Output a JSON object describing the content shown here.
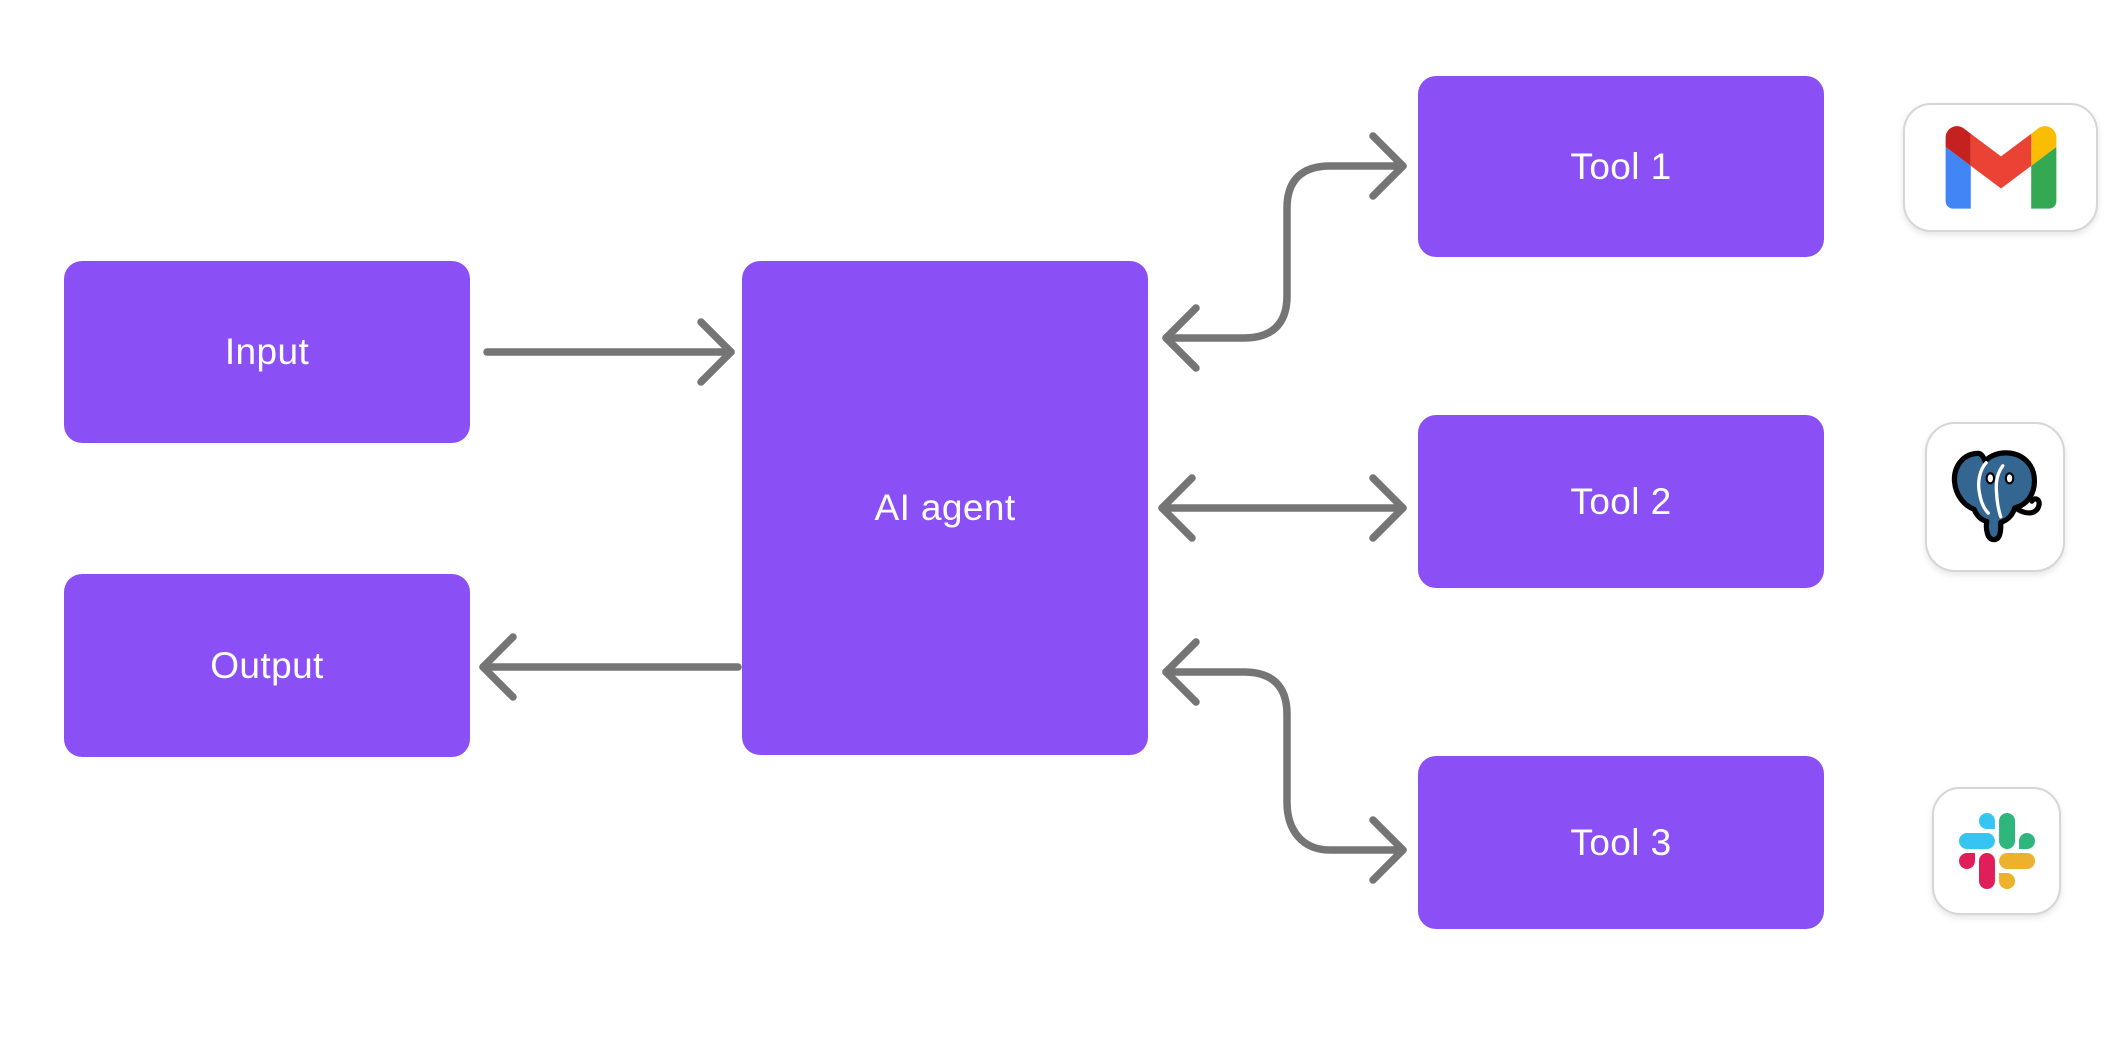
{
  "diagram_title": "AI agent diagram",
  "colors": {
    "background": "#ffffff",
    "node_fill": "#8B50F5",
    "node_text": "#ffffff",
    "arrow": "#757575",
    "card_border": "#d6d6d6"
  },
  "nodes": {
    "input": {
      "label": "Input"
    },
    "output": {
      "label": "Output"
    },
    "agent": {
      "label": "AI agent"
    },
    "tool1": {
      "label": "Tool 1"
    },
    "tool2": {
      "label": "Tool 2"
    },
    "tool3": {
      "label": "Tool 3"
    }
  },
  "edges": [
    {
      "from": "Input",
      "to": "AI agent",
      "direction": "one-way",
      "shape": "straight"
    },
    {
      "from": "AI agent",
      "to": "Output",
      "direction": "one-way",
      "shape": "straight"
    },
    {
      "from": "AI agent",
      "to": "Tool 1",
      "direction": "two-way",
      "shape": "s-curve"
    },
    {
      "from": "AI agent",
      "to": "Tool 2",
      "direction": "two-way",
      "shape": "straight"
    },
    {
      "from": "AI agent",
      "to": "Tool 3",
      "direction": "two-way",
      "shape": "s-curve"
    }
  ],
  "integrations": [
    {
      "id": "gmail",
      "icon": "gmail-icon",
      "aligned_with": "Tool 1",
      "brand_colors": {
        "blue": "#4285F4",
        "green": "#34A853",
        "yellow": "#FBBC04",
        "red": "#EA4335",
        "dark_red": "#C5221F"
      }
    },
    {
      "id": "postgresql",
      "icon": "postgresql-icon",
      "aligned_with": "Tool 2",
      "brand_colors": {
        "blue": "#336791",
        "outline": "#000000"
      }
    },
    {
      "id": "slack",
      "icon": "slack-icon",
      "aligned_with": "Tool 3",
      "brand_colors": {
        "blue": "#36C5F0",
        "green": "#2EB67D",
        "red": "#E01E5A",
        "yellow": "#ECB22E"
      }
    }
  ]
}
